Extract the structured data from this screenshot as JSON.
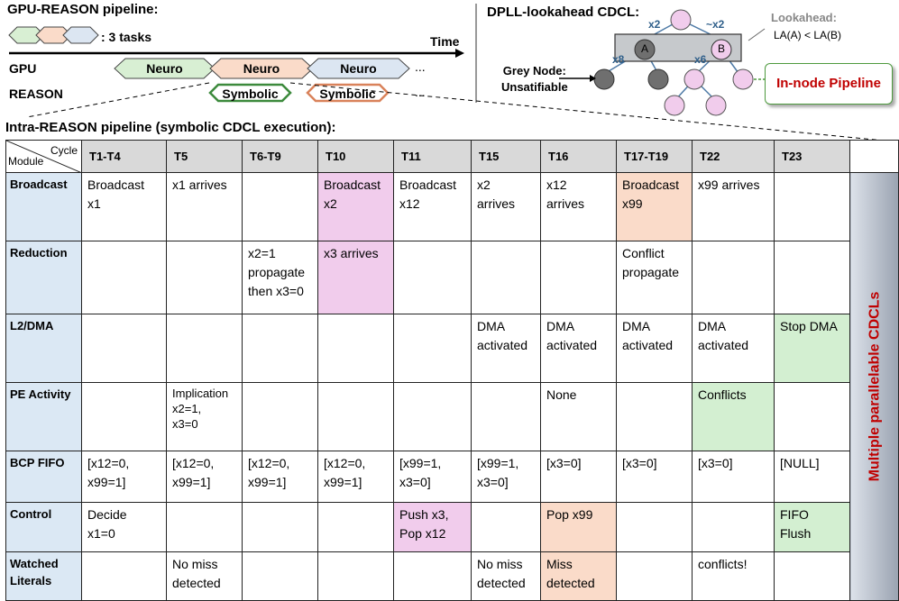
{
  "pipeline": {
    "title": "GPU-REASON pipeline:",
    "legend_text": ": 3 tasks",
    "time_label": "Time",
    "rows": [
      {
        "label": "GPU",
        "stages": [
          "Neuro",
          "Neuro",
          "Neuro"
        ],
        "ellipsis": "..."
      },
      {
        "label": "REASON",
        "stages": [
          "Symbolic",
          "Symbolic"
        ],
        "ellipsis": "..."
      }
    ],
    "colors": {
      "task1": "#d8efd3",
      "task2": "#fadbc9",
      "task3": "#dce6f2",
      "symbolic_fill": "#ffffff"
    }
  },
  "dpll": {
    "title": "DPLL-lookahead CDCL:",
    "edge_labels": [
      "x2",
      "~x2",
      "x8",
      "x6"
    ],
    "nodes": [
      "A",
      "B"
    ],
    "lookahead_title": "Lookahead:",
    "lookahead_formula": "LA(A) < LA(B)",
    "grey_node_label": [
      "Grey Node:",
      "Unsatifiable"
    ],
    "in_node_label": "In-node Pipeline",
    "colors": {
      "node_pink": "#f1ccec",
      "node_grey": "#6f6f6f",
      "box_grey": "#c6c9cc",
      "in_node_text": "#c00000",
      "in_node_border": "#4e9a3e"
    }
  },
  "intra": {
    "title": "Intra-REASON pipeline (symbolic CDCL execution):",
    "corner_top": "Cycle",
    "corner_bottom": "Module",
    "columns": [
      "T1-T4",
      "T5",
      "T6-T9",
      "T10",
      "T11",
      "T15",
      "T16",
      "T17-T19",
      "T22",
      "T23"
    ],
    "rows": [
      {
        "module": "Broadcast",
        "cells": [
          "Broadcast\nx1",
          "x1 arrives",
          "",
          "Broadcast\nx2",
          "Broadcast\nx12",
          "x2\narrives",
          "x12\narrives",
          "Broadcast\nx99",
          "x99 arrives",
          ""
        ]
      },
      {
        "module": "Reduction",
        "cells": [
          "",
          "",
          "x2=1\npropagate\nthen x3=0",
          "x3 arrives",
          "",
          "",
          "",
          "Conflict\npropagate",
          "",
          ""
        ]
      },
      {
        "module": "L2/DMA",
        "cells": [
          "",
          "",
          "",
          "",
          "",
          "DMA\nactivated",
          "DMA\nactivated",
          "DMA\nactivated",
          "DMA\nactivated",
          "Stop DMA"
        ]
      },
      {
        "module": "PE Activity",
        "cells": [
          "",
          "Implication\nx2=1,\nx3=0",
          "",
          "",
          "",
          "",
          "None",
          "",
          "Conflicts",
          ""
        ]
      },
      {
        "module": "BCP FIFO",
        "cells": [
          "[x12=0,\nx99=1]",
          "[x12=0,\nx99=1]",
          "[x12=0,\nx99=1]",
          "[x12=0,\nx99=1]",
          "[x99=1,\nx3=0]",
          "[x99=1,\nx3=0]",
          "[x3=0]",
          "[x3=0]",
          "[x3=0]",
          "[NULL]"
        ]
      },
      {
        "module": "Control",
        "cells": [
          "Decide\nx1=0",
          "",
          "",
          "",
          "Push x3,\nPop x12",
          "",
          "Pop x99",
          "",
          "",
          "FIFO\nFlush"
        ]
      },
      {
        "module": "Watched\nLiterals",
        "cells": [
          "",
          "No miss\ndetected",
          "",
          "",
          "",
          "No miss\ndetected",
          "Miss\ndetected",
          "",
          "conflicts!",
          ""
        ]
      }
    ],
    "sidebar_label": "Multiple parallelable CDCLs",
    "colors": {
      "header": "#d9d9d9",
      "module": "#dbe8f4",
      "pink": "#f1ccec",
      "peach": "#fadbc9",
      "green": "#d3efd1",
      "sidebar_text": "#c00000"
    }
  }
}
